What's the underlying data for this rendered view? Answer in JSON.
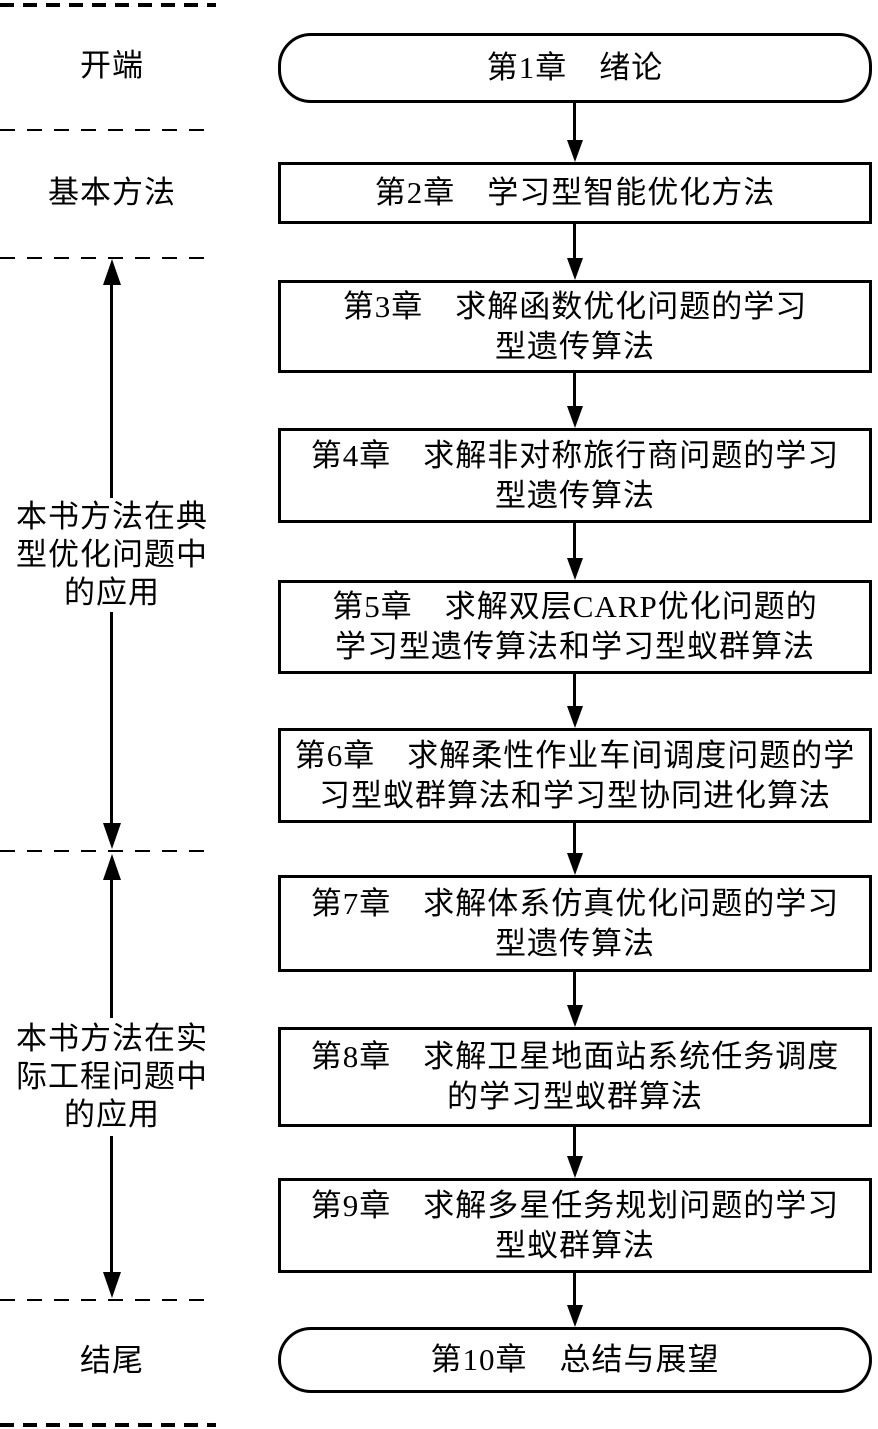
{
  "diagram": {
    "title_semantic": "book-structure-flowchart",
    "background_color": "#ffffff",
    "stroke_color": "#000000",
    "left_panel": {
      "sections": [
        {
          "id": "beginning",
          "text": "开端"
        },
        {
          "id": "basic-methods",
          "text": "基本方法"
        },
        {
          "id": "typical-applications",
          "text": "本书方法在典\n型优化问题中\n的应用"
        },
        {
          "id": "engineering-applications",
          "text": "本书方法在实\n际工程问题中\n的应用"
        },
        {
          "id": "ending",
          "text": "结尾"
        }
      ]
    },
    "flowchart": {
      "nodes": [
        {
          "id": "ch1",
          "shape": "rounded",
          "text": "第1章　绪论"
        },
        {
          "id": "ch2",
          "shape": "rect",
          "text": "第2章　学习型智能优化方法"
        },
        {
          "id": "ch3",
          "shape": "rect",
          "text": "第3章　求解函数优化问题的学习\n型遗传算法"
        },
        {
          "id": "ch4",
          "shape": "rect",
          "text": "第4章　求解非对称旅行商问题的学习\n型遗传算法"
        },
        {
          "id": "ch5",
          "shape": "rect",
          "text": "第5章　求解双层CARP优化问题的\n学习型遗传算法和学习型蚁群算法"
        },
        {
          "id": "ch6",
          "shape": "rect",
          "text": "第6章　求解柔性作业车间调度问题的学\n习型蚁群算法和学习型协同进化算法"
        },
        {
          "id": "ch7",
          "shape": "rect",
          "text": "第7章　求解体系仿真优化问题的学习\n型遗传算法"
        },
        {
          "id": "ch8",
          "shape": "rect",
          "text": "第8章　求解卫星地面站系统任务调度\n的学习型蚁群算法"
        },
        {
          "id": "ch9",
          "shape": "rect",
          "text": "第9章　求解多星任务规划问题的学习\n型蚁群算法"
        },
        {
          "id": "ch10",
          "shape": "rounded",
          "text": "第10章　总结与展望"
        }
      ]
    }
  }
}
